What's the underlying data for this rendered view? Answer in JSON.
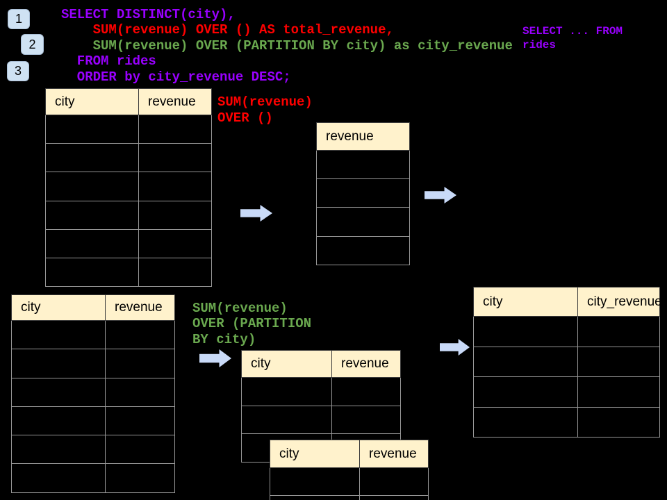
{
  "colors": {
    "background": "#000000",
    "purple": "#9900ff",
    "red": "#fe0000",
    "green": "#6aa84f",
    "table_header_bg": "#fff2cc",
    "table_body_bg": "#000000",
    "table_border": "#979797",
    "header_border": "#3b3b3b",
    "arrow_fill": "#c9daf8",
    "badge_bg": "#cfe2f3",
    "text": "#000000"
  },
  "badges": [
    {
      "label": "1"
    },
    {
      "label": "2"
    },
    {
      "label": "3"
    }
  ],
  "code": {
    "lines": [
      {
        "text": "SELECT DISTINCT(city),",
        "color": "purple"
      },
      {
        "text": "    SUM(revenue) OVER () AS total_revenue,",
        "color": "red"
      },
      {
        "text": "    SUM(revenue) OVER (PARTITION BY city) as city_revenue",
        "color": "green"
      },
      {
        "text": "  FROM rides",
        "color": "purple"
      },
      {
        "text": "  ORDER by city_revenue DESC;",
        "color": "purple"
      }
    ]
  },
  "side_note": {
    "lines": [
      "SELECT ... FROM",
      "rides"
    ],
    "color": "#9900ff"
  },
  "labels": {
    "total": {
      "lines": [
        "SUM(revenue)",
        "OVER ()"
      ],
      "color": "#fe0000"
    },
    "partition": {
      "lines": [
        "SUM(revenue)",
        "OVER (PARTITION",
        "BY city)"
      ],
      "color": "#6aa84f"
    }
  },
  "tables": {
    "source_top": {
      "headers": [
        "city",
        "revenue"
      ],
      "empty_row_count": 6
    },
    "revenue_only": {
      "headers": [
        "revenue"
      ],
      "empty_row_count": 4
    },
    "source_bottom": {
      "headers": [
        "city",
        "revenue"
      ],
      "empty_row_count": 6
    },
    "partition_a": {
      "headers": [
        "city",
        "revenue"
      ],
      "empty_row_count": 3
    },
    "partition_b": {
      "headers": [
        "city",
        "revenue"
      ],
      "empty_row_count": 2
    },
    "result": {
      "headers": [
        "city",
        "city_revenue"
      ],
      "empty_row_count": 4
    }
  },
  "icons": {
    "flow_arrow": "right-block-arrow"
  }
}
